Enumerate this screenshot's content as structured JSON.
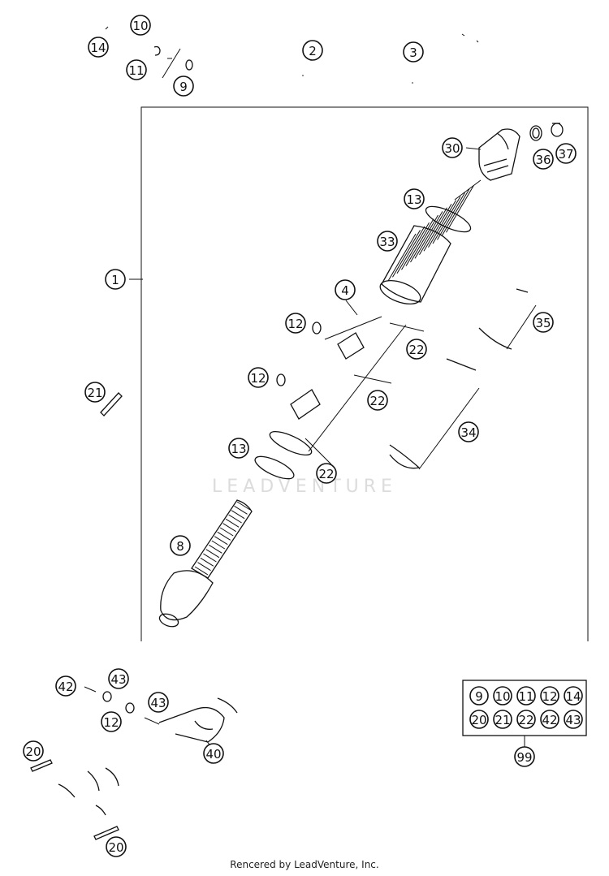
{
  "watermark_text": "LEADVENTURE",
  "footer_text": "Rencered by LeadVenture, Inc.",
  "callouts": [
    {
      "id": "c14",
      "label": "14"
    },
    {
      "id": "c10",
      "label": "10"
    },
    {
      "id": "c11",
      "label": "11"
    },
    {
      "id": "c9",
      "label": "9"
    },
    {
      "id": "c2",
      "label": "2"
    },
    {
      "id": "c3",
      "label": "3"
    },
    {
      "id": "c30",
      "label": "30"
    },
    {
      "id": "c36",
      "label": "36"
    },
    {
      "id": "c37",
      "label": "37"
    },
    {
      "id": "c13a",
      "label": "13"
    },
    {
      "id": "c33",
      "label": "33"
    },
    {
      "id": "c1",
      "label": "1"
    },
    {
      "id": "c4",
      "label": "4"
    },
    {
      "id": "c12a",
      "label": "12"
    },
    {
      "id": "c22a",
      "label": "22"
    },
    {
      "id": "c35",
      "label": "35"
    },
    {
      "id": "c12b",
      "label": "12"
    },
    {
      "id": "c21",
      "label": "21"
    },
    {
      "id": "c22b",
      "label": "22"
    },
    {
      "id": "c34",
      "label": "34"
    },
    {
      "id": "c13b",
      "label": "13"
    },
    {
      "id": "c22c",
      "label": "22"
    },
    {
      "id": "c8",
      "label": "8"
    },
    {
      "id": "c42",
      "label": "42"
    },
    {
      "id": "c43a",
      "label": "43"
    },
    {
      "id": "c43b",
      "label": "43"
    },
    {
      "id": "c12c",
      "label": "12"
    },
    {
      "id": "c40",
      "label": "40"
    },
    {
      "id": "c20a",
      "label": "20"
    },
    {
      "id": "c20b",
      "label": "20"
    },
    {
      "id": "c99",
      "label": "99"
    }
  ],
  "kit_items": [
    "9",
    "10",
    "11",
    "12",
    "14",
    "20",
    "21",
    "22",
    "42",
    "43"
  ]
}
